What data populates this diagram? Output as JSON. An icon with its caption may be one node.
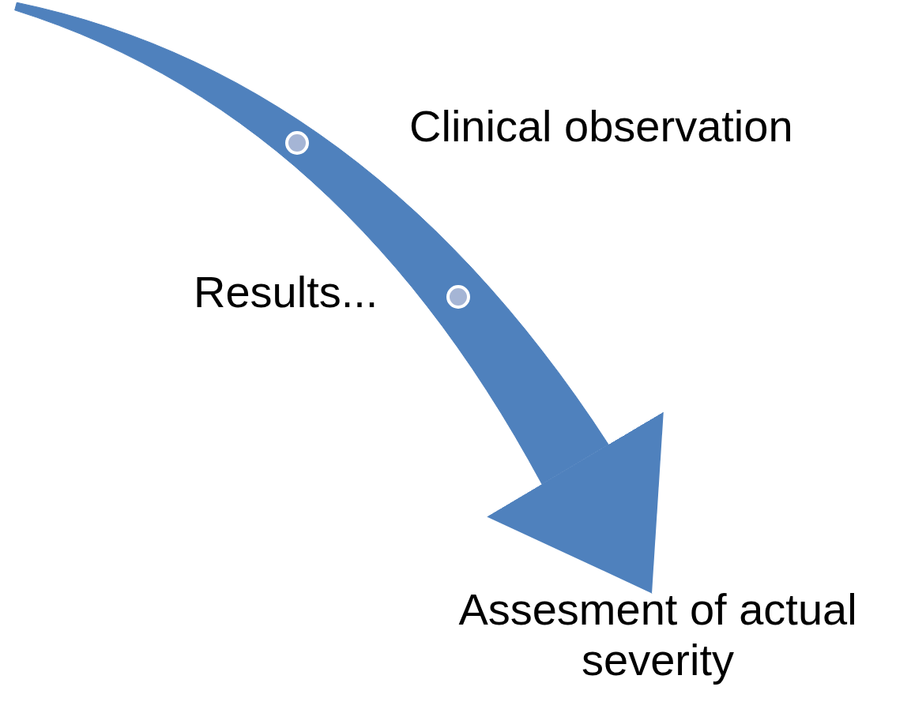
{
  "diagram": {
    "nodes": [
      {
        "text": [],
        "shape": "circle",
        "beside": [
          "Clinical observation"
        ]
      },
      {
        "text": [],
        "shape": "circle",
        "beside": [
          "Results..."
        ]
      },
      {
        "text": [
          "Assesment of actual severity"
        ]
      }
    ],
    "edges": [
      {
        "from": null,
        "to": 2,
        "arrow": "to",
        "color": "#4f81bd"
      }
    ]
  }
}
